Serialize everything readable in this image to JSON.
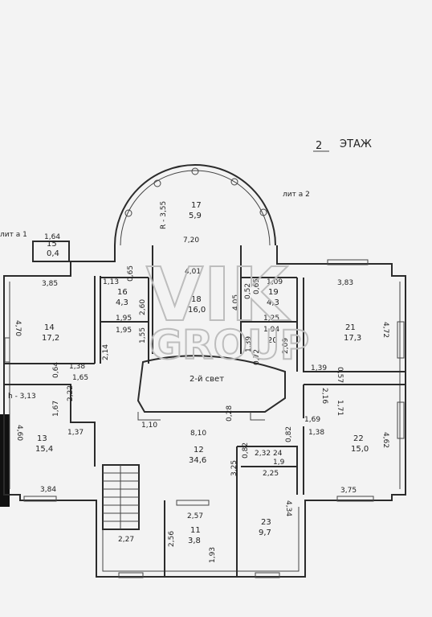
{
  "header": {
    "floor_number": "2",
    "floor_label": "ЭТАЖ"
  },
  "notes": {
    "sheet_right": "лит а 2",
    "sheet_left": "лит а 1"
  },
  "watermark": {
    "line1": "VIK",
    "line2": "GROUP"
  },
  "rooms": [
    {
      "num": "17",
      "area": "5,9"
    },
    {
      "num": "15",
      "area": "0,4"
    },
    {
      "num": "14",
      "area": "17,2"
    },
    {
      "num": "16",
      "area": "4,3"
    },
    {
      "num": "18",
      "area": "16,0"
    },
    {
      "num": "19",
      "area": "4,3"
    },
    {
      "num": "20",
      "area": ""
    },
    {
      "num": "21",
      "area": "17,3"
    },
    {
      "num": "13",
      "area": "15,4"
    },
    {
      "num": "12",
      "area": "34,6"
    },
    {
      "num": "22",
      "area": "15,0"
    },
    {
      "num": "24",
      "area": "1,9"
    },
    {
      "num": "23",
      "area": "9,7"
    },
    {
      "num": "11",
      "area": "3,8"
    }
  ],
  "labels": {
    "radius": "R - 3,55",
    "skylight": "2-й свет",
    "ceiling_height": "h - 3,13"
  },
  "dims": [
    "1,64",
    "3,85",
    "7,20",
    "4,01",
    "1,13",
    "0,65",
    "1,95",
    "2,60",
    "1,95",
    "1,55",
    "4,05",
    "0,52",
    "1,09",
    "0,65",
    "1,25",
    "1,94",
    "1,39",
    "2,09",
    "0,72",
    "3,83",
    "4,72",
    "1,39",
    "0,57",
    "2,16",
    "1,71",
    "4,70",
    "1,38",
    "0,64",
    "1,65",
    "2,14",
    "2,22",
    "1,67",
    "1,37",
    "4,60",
    "3,84",
    "1,10",
    "0,28",
    "8,10",
    "0,82",
    "1,69",
    "1,38",
    "4,62",
    "2,32",
    "0,82",
    "2,25",
    "3,25",
    "4,34",
    "3,75",
    "2,57",
    "2,27",
    "2,56",
    "1,93"
  ]
}
